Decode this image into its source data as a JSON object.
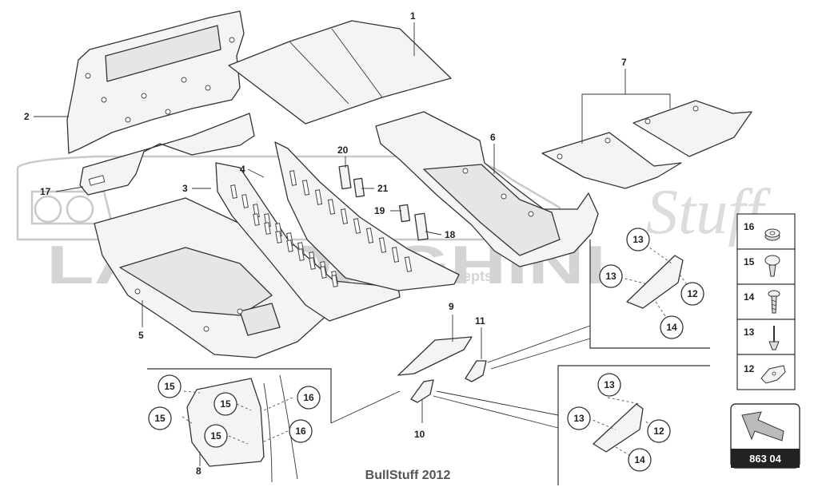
{
  "watermark": {
    "brand": "LAMBORGHINI",
    "script": "Stuff",
    "tagline": "Lamborghini Concepts"
  },
  "callouts": {
    "p1": "1",
    "p2": "2",
    "p3": "3",
    "p4": "4",
    "p5": "5",
    "p6": "6",
    "p7": "7",
    "p8": "8",
    "p9": "9",
    "p10": "10",
    "p11": "11",
    "p17": "17",
    "p18": "18",
    "p19": "19",
    "p20": "20",
    "p21": "21"
  },
  "detail_right": {
    "b13a": "13",
    "b13b": "13",
    "b12": "12",
    "b14": "14"
  },
  "detail_bottom_left": {
    "b15a": "15",
    "b15b": "15",
    "b15c": "15",
    "b15d": "15",
    "b16a": "16",
    "b16b": "16"
  },
  "detail_bottom_right": {
    "b13a": "13",
    "b13b": "13",
    "b12": "12",
    "b14": "14"
  },
  "legend": {
    "items": [
      {
        "number": "16",
        "icon": "nut-icon"
      },
      {
        "number": "15",
        "icon": "push-rivet-icon"
      },
      {
        "number": "14",
        "icon": "screw-icon"
      },
      {
        "number": "13",
        "icon": "pin-clip-icon"
      },
      {
        "number": "12",
        "icon": "bracket-clip-icon"
      }
    ]
  },
  "badge": {
    "code": "863 04"
  },
  "footer": {
    "text": "BullStuff 2012"
  }
}
